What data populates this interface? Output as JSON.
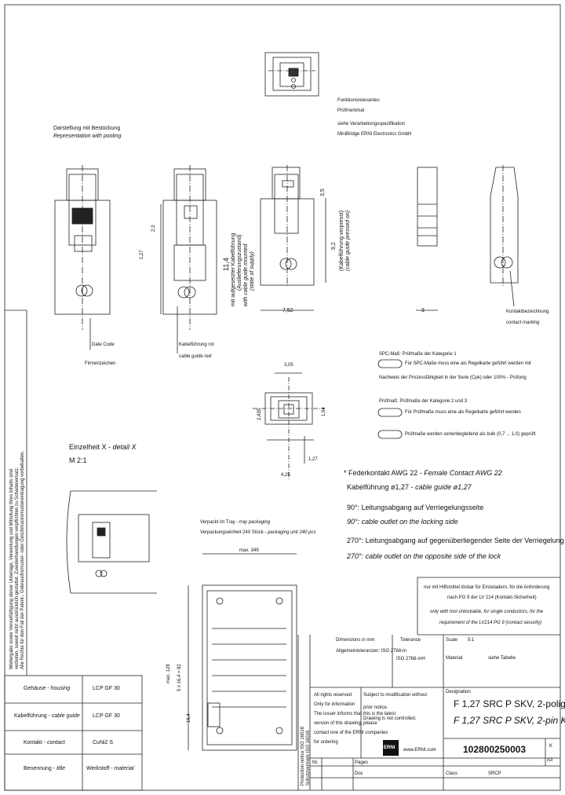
{
  "representation": {
    "de": "Darstellung mit Bestückung",
    "en": "Representation with pooling"
  },
  "functional_notes": {
    "line1": "Funktionsrelevantes",
    "line2": "Prüfmerkmal",
    "line3": "siehe Verarbeitungsspezifikation",
    "line4": "MiniBridge ERNI Electronics GmbH"
  },
  "dims": {
    "d_1_27": "1,27",
    "d_2_3": "2,3",
    "d_11_4": "11,4",
    "d_7_52": "7,52",
    "d_3": "3",
    "d_9_2": "9,2",
    "d_3_5": "3,5",
    "d_3_05": "3,05",
    "d_2_435": "2,435",
    "d_1_94": "1,94",
    "d_1_27b": "1,27",
    "d_4_25": "4,25",
    "d_max349": "max. 349",
    "d_max128": "max. 128",
    "d_5x16": "5 x 16,4 = 82",
    "d_16_4": "16,4"
  },
  "cable_guide_text": {
    "l1": "mit aufgesetzter Kabelführung",
    "l2": "(Auslieferungszustand)",
    "l3": "with cable guide mounted",
    "l4": "(state of supply)"
  },
  "cable_guide_pressed": {
    "l1": "(Kabelführung verpresst)",
    "l2": "(cable guide pressed on)"
  },
  "labels": {
    "date_code": "Date Code",
    "firm_sign": "Firmenzeichen",
    "cable_guide_de": "Kabelführung rot",
    "cable_guide_en": "cable guide red",
    "contact_marking_de": "Kontaktbezeichnung",
    "contact_marking_en": "contact marking"
  },
  "spc": {
    "l1": "SPC-Maß: Prüfmaße der Kategorie 1",
    "l2": "Für SPC-Maße muss eine als Regelkarte geführt werden mit",
    "l3": "Nachweis der Prozessfähigkeit in der Serie (Cpk) oder 100% - Prüfung",
    "l4": "Prüfmaß: Prüfmaße der Kategorie 2 und 3",
    "l5": "Für Prüfmaße muss eine als Regelkarte geführt werden",
    "l6": "Prüfmaße werden serienbegleitend als bulk (0,7 ... 1,0) geprüft"
  },
  "detail": {
    "title_de": "Einzelheit X",
    "title_en": "detail X",
    "scale": "M 2:1"
  },
  "female_contact": {
    "l1_de": "Federkontakt AWG 22",
    "l1_en": "Female Contact AWG 22",
    "l2_de": "Kabelführung ø1,27",
    "l2_en": "cable guide ø1,27",
    "l3": "90°: Leitungsabgang auf Verriegelungsseite",
    "l4": "90°: cable outlet on the locking side",
    "l5": "270°: Leitungsabgang auf gegenüberliegender Seite der Verriegelung",
    "l6": "270°: cable outlet on the opposite side of the lock"
  },
  "packaging": {
    "l1_de": "Verpackt im Tray",
    "l1_en": "tray packaging",
    "l2_de": "Verpackungseinheit 240 Stück",
    "l2_en": "packaging unit 240 pcs"
  },
  "usage_note": {
    "l1": "nur mit Hilfsmittel lösbar für Einzeladern, für die Anforderung",
    "l2": "nach PG 9 der LV 214 (Kontakt-Sicherheit)",
    "l3": "only with tool unlockable, for single conductors, for the",
    "l4": "requirement of the LV214 PG 9 (contact security)"
  },
  "title_block": {
    "dim_info": "Dimensions in mm",
    "general_tol": "Allgemeintoleranzen: ISO 2768-m",
    "tolerance": "Tolerance",
    "iso": "ISO 2768-mH",
    "scale_label": "Scale",
    "scale": "5:1",
    "material_label": "Material",
    "material": "siehe Tabelle",
    "rights_l1": "All rights reserved",
    "rights_l2": "Only for information",
    "rights_l3": "The issuer informs that this is the latest",
    "rights_l4": "version of this drawing, please",
    "rights_l5": "contact one of the ERNI companies",
    "rights_l6": "for ordering",
    "subject_l1": "Subject to modification without",
    "subject_l2": "prior notice.",
    "subject_l3": "Drawing is not controlled.",
    "designation_label": "Designation",
    "designation_de": "F 1,27 SRC P SKV, 2-polig KS",
    "designation_en": "F 1,27 SRC P SKV, 2-pin KS",
    "logo": "ERNI",
    "website": "www.ERNI.com",
    "part_number": "102800250003",
    "rev_a": "K",
    "rev_b": "A3",
    "pages_label": "Pages",
    "doc_label": "Doc",
    "class_label": "Class",
    "class_value": "SRCP",
    "n_label": "Nr."
  },
  "material_table": {
    "rows": [
      {
        "de": "Gehäuse",
        "en": "housing",
        "value": "LCP GF 30"
      },
      {
        "de": "Kabelführung",
        "en": "cable guide",
        "value": "LCP GF 30"
      },
      {
        "de": "Kontakt",
        "en": "contact",
        "value": "CuNi2 S"
      },
      {
        "de": "Benennung",
        "en": "title",
        "value_de": "Werkstoff",
        "value_en": "material"
      }
    ]
  },
  "side_notes": {
    "copy1": "Weitergabe sowie Vervielfältigung dieser Unterlage, Verwertung und Mitteilung ihres Inhalts sind",
    "copy2": "verboten, soweit nicht ausdrücklich gestattet. Zuwiderhandlungen verpflichten zu Schadenersatz.",
    "copy3": "Alle Rechte für den Fall der Patent-, Gebrauchsmuster- oder Geschmacksmustereintragung vorbehalten.",
    "vert1": "Protection notice ISO 16016",
    "vert2": "Schutzvermerk ISO 16016"
  }
}
